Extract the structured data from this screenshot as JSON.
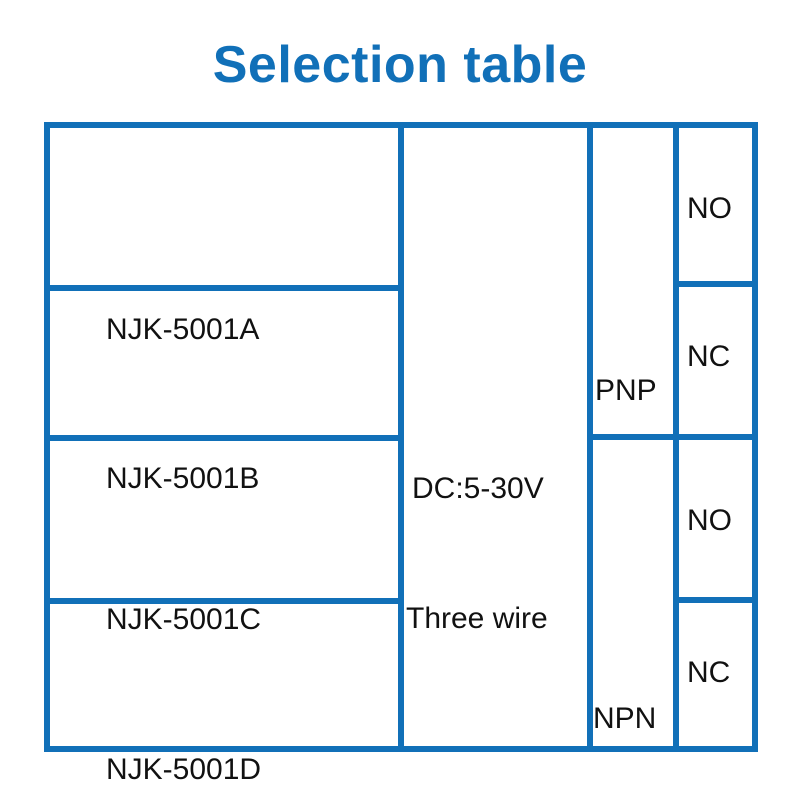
{
  "page": {
    "title": "Selection table",
    "accent_color": "#1170b8",
    "text_color": "#111111",
    "background_color": "#ffffff"
  },
  "table": {
    "columns": [
      "model",
      "power_supply",
      "output_type",
      "contact_type"
    ],
    "rows": [
      {
        "model": "NJK-5001A",
        "power_supply": "DC:5-30V",
        "wiring": "Three wire",
        "output_type": "PNP",
        "contact_type": "NO"
      },
      {
        "model": "NJK-5001B",
        "power_supply": "DC:5-30V",
        "wiring": "Three wire",
        "output_type": "PNP",
        "contact_type": "NC"
      },
      {
        "model": "NJK-5001C",
        "power_supply": "DC:5-30V",
        "wiring": "Three wire",
        "output_type": "NPN",
        "contact_type": "NO"
      },
      {
        "model": "NJK-5001D",
        "power_supply": "DC:5-30V",
        "wiring": "Three wire",
        "output_type": "NPN",
        "contact_type": "NC"
      }
    ],
    "models": {
      "a": "NJK-5001A",
      "b": "NJK-5001B",
      "c": "NJK-5001C",
      "d": "NJK-5001D"
    },
    "spec": {
      "voltage": "DC:5-30V",
      "wiring": "Three wire"
    },
    "output_types": {
      "pnp": "PNP",
      "npn": "NPN"
    },
    "contacts": {
      "pnp_no": "NO",
      "pnp_nc": "NC",
      "npn_no": "NO",
      "npn_nc": "NC"
    }
  }
}
